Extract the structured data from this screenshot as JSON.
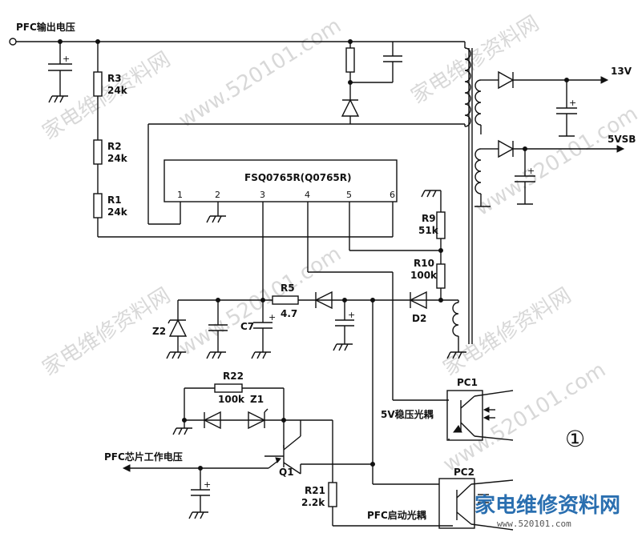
{
  "labels": {
    "pfc_out": "PFC输出电压",
    "v13": "13V",
    "v5vsb": "5VSB",
    "ic": "FSQ0765R(Q0765R)",
    "pins": [
      "1",
      "2",
      "3",
      "4",
      "5",
      "6"
    ],
    "r3": "R3",
    "r3v": "24k",
    "r2": "R2",
    "r2v": "24k",
    "r1": "R1",
    "r1v": "24k",
    "r9": "R9",
    "r9v": "51k",
    "r10": "R10",
    "r10v": "100k",
    "r5": "R5",
    "r5v": "4.7",
    "z2": "Z2",
    "c7": "C7",
    "d2": "D2",
    "r22": "R22",
    "r22v": "100k",
    "z1": "Z1",
    "q1": "Q1",
    "r21": "R21",
    "r21v": "2.2k",
    "pfc_chip": "PFC芯片工作电压",
    "pc1": "PC1",
    "pc1_desc": "5V稳压光耦",
    "pc2": "PC2",
    "pc2_desc": "PFC启动光耦",
    "circle_num": "①"
  },
  "watermark": {
    "site": "家电维修资料网",
    "url": "www.520101.com",
    "logo": "家电维修资料网",
    "logo_url": "www.520101.com"
  },
  "colors": {
    "line": "#111111",
    "watermark": "#d8d8d8",
    "logo": "#2a6fb0"
  }
}
